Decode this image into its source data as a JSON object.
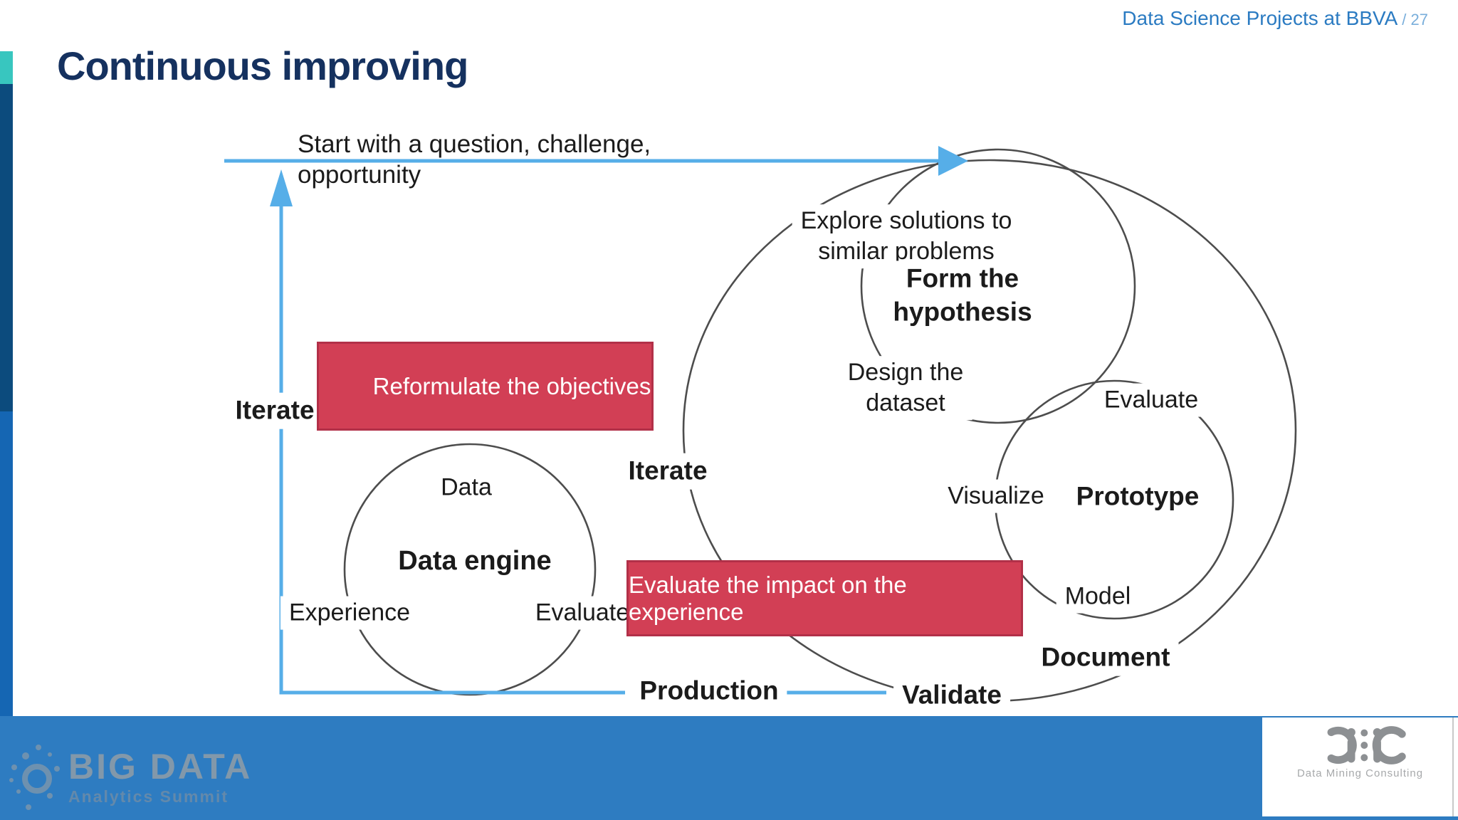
{
  "header": {
    "slide_ref": "Data Science Projects at BBVA",
    "slide_number": "/ 27",
    "title": "Continuous improving"
  },
  "diagram": {
    "start_line1": "Start with a question, challenge,",
    "start_line2": "opportunity",
    "iterate_left": "Iterate",
    "iterate_center": "Iterate",
    "explore_line1": "Explore solutions to",
    "explore_line2": "similar problems",
    "form_line1": "Form the",
    "form_line2": "hypothesis",
    "design_line1": "Design the",
    "design_line2": "dataset",
    "evaluate_right": "Evaluate",
    "visualize": "Visualize",
    "prototype": "Prototype",
    "model": "Model",
    "document_label": "Document",
    "validate": "Validate",
    "production": "Production",
    "data": "Data",
    "data_engine": "Data engine",
    "experience": "Experience",
    "evaluate_bottom": "Evaluate",
    "box_reformulate": "Reformulate the objectives",
    "box_evaluate_impact": "Evaluate the impact on the experience"
  },
  "footer": {
    "big_data_line1": "BIG DATA",
    "big_data_line2": "Analytics Summit",
    "dmc_tagline": "Data Mining Consulting"
  },
  "colors": {
    "accent_blue": "#56aee8",
    "arc_gray": "#4d4d4d",
    "red_box": "#d23f55",
    "title_navy": "#15315f",
    "header_blue": "#2b7bc2",
    "footer_blue": "#2e7cc1",
    "sidebar_teal": "#38c6bf",
    "sidebar_navy": "#0c4b7d",
    "sidebar_blue": "#1566b3"
  }
}
